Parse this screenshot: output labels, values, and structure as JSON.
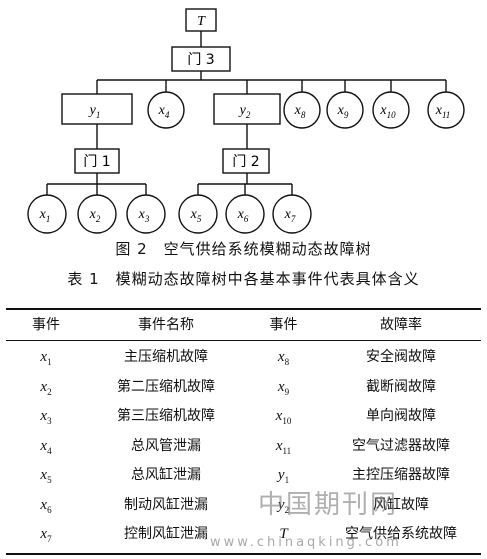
{
  "tree": {
    "top": "T",
    "gate3": "门 3",
    "gate1": "门 1",
    "gate2": "门 2",
    "y1": {
      "base": "y",
      "sub": "1"
    },
    "y2": {
      "base": "y",
      "sub": "2"
    },
    "leaves": [
      {
        "id": "x1",
        "base": "x",
        "sub": "1"
      },
      {
        "id": "x2",
        "base": "x",
        "sub": "2"
      },
      {
        "id": "x3",
        "base": "x",
        "sub": "3"
      },
      {
        "id": "x4",
        "base": "x",
        "sub": "4"
      },
      {
        "id": "x5",
        "base": "x",
        "sub": "5"
      },
      {
        "id": "x6",
        "base": "x",
        "sub": "6"
      },
      {
        "id": "x7",
        "base": "x",
        "sub": "7"
      },
      {
        "id": "x8",
        "base": "x",
        "sub": "8"
      },
      {
        "id": "x9",
        "base": "x",
        "sub": "9"
      },
      {
        "id": "x10",
        "base": "x",
        "sub": "10"
      },
      {
        "id": "x11",
        "base": "x",
        "sub": "11"
      }
    ]
  },
  "figure_caption": "图 2　空气供给系统模糊动态故障树",
  "table_caption": "表 1　模糊动态故障树中各基本事件代表具体含义",
  "table": {
    "headers": [
      "事件",
      "事件名称",
      "事件",
      "故障率"
    ],
    "rows": [
      {
        "e1": {
          "base": "x",
          "sub": "1"
        },
        "n1": "主压缩机故障",
        "e2": {
          "base": "x",
          "sub": "8"
        },
        "n2": "安全阀故障"
      },
      {
        "e1": {
          "base": "x",
          "sub": "2"
        },
        "n1": "第二压缩机故障",
        "e2": {
          "base": "x",
          "sub": "9"
        },
        "n2": "截断阀故障"
      },
      {
        "e1": {
          "base": "x",
          "sub": "3"
        },
        "n1": "第三压缩机故障",
        "e2": {
          "base": "x",
          "sub": "10"
        },
        "n2": "单向阀故障"
      },
      {
        "e1": {
          "base": "x",
          "sub": "4"
        },
        "n1": "总风管泄漏",
        "e2": {
          "base": "x",
          "sub": "11"
        },
        "n2": "空气过滤器故障"
      },
      {
        "e1": {
          "base": "x",
          "sub": "5"
        },
        "n1": "总风缸泄漏",
        "e2": {
          "base": "y",
          "sub": "1"
        },
        "n2": "主控压缩器故障"
      },
      {
        "e1": {
          "base": "x",
          "sub": "6"
        },
        "n1": "制动风缸泄漏",
        "e2": {
          "base": "y",
          "sub": "2"
        },
        "n2": "风缸故障"
      },
      {
        "e1": {
          "base": "x",
          "sub": "7"
        },
        "n1": "控制风缸泄漏",
        "e2": {
          "base": "T",
          "sub": ""
        },
        "n2": "空气供给系统故障"
      }
    ]
  },
  "watermark": "中国期刊网",
  "watermark_url": "www.chinaqking.com"
}
